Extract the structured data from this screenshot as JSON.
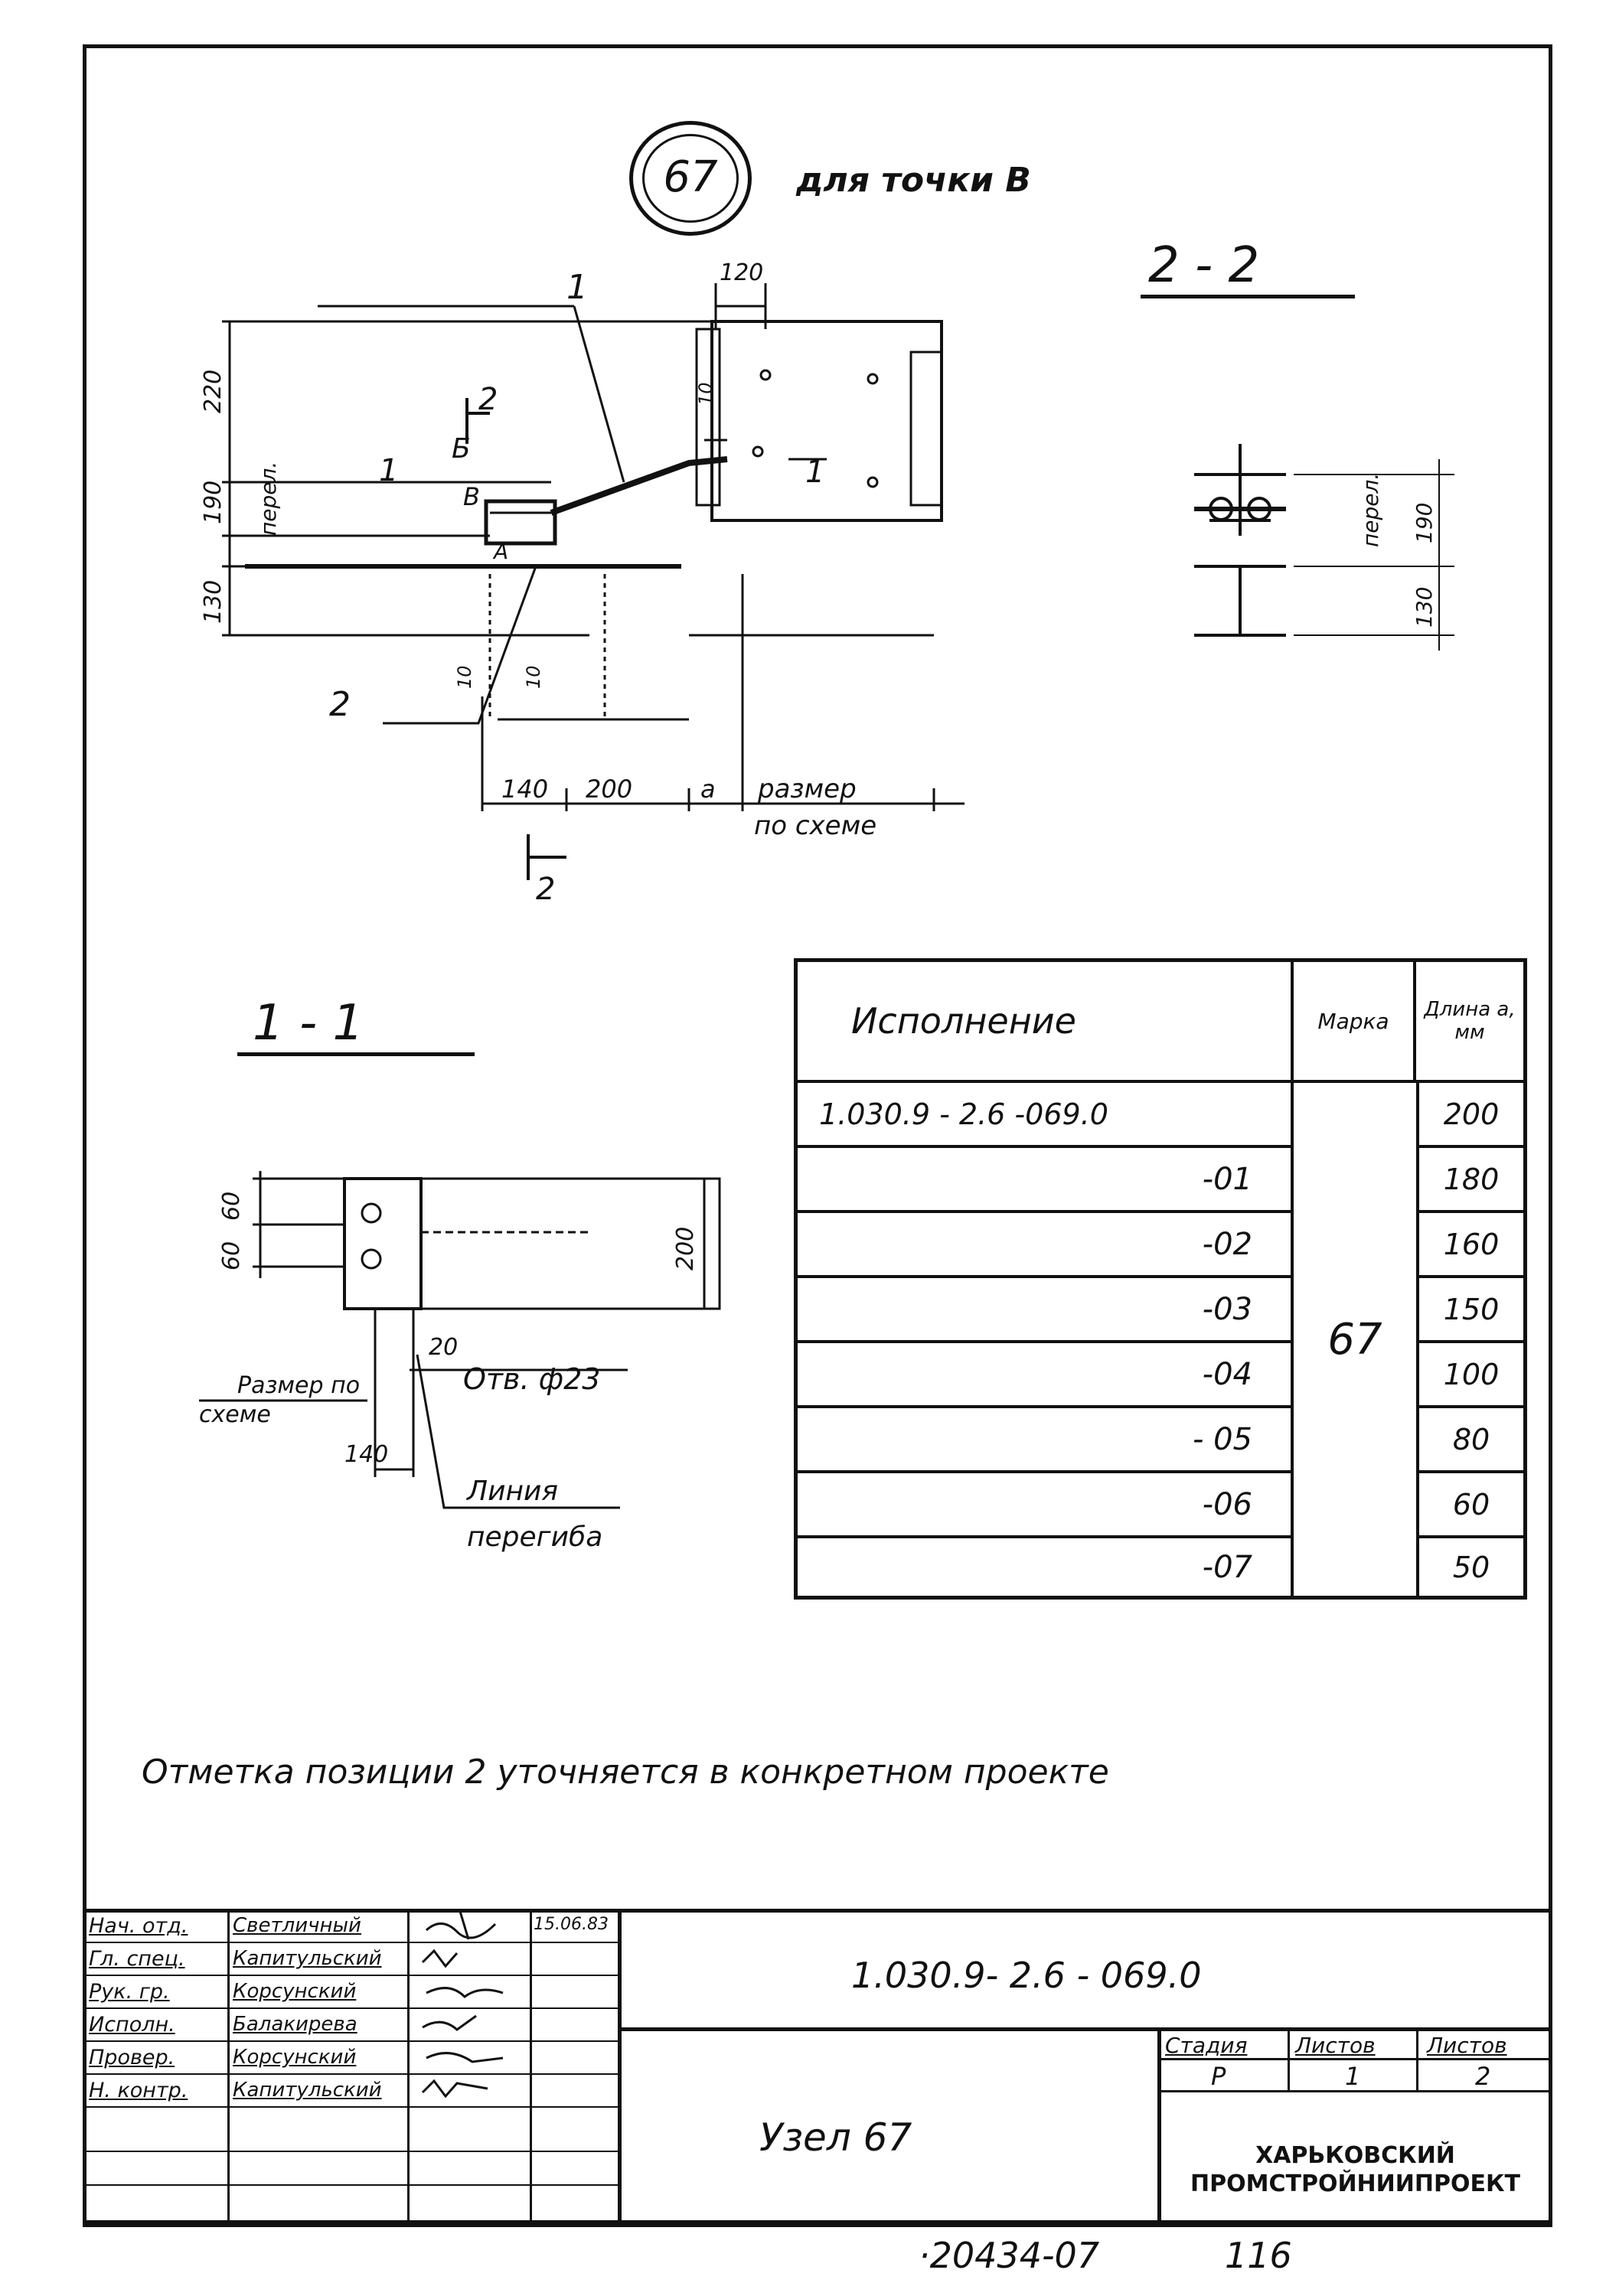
{
  "header": {
    "node_number": "67",
    "node_subtitle": "для точки В"
  },
  "main_view": {
    "position_1": "1",
    "position_2": "2",
    "section_mark_1": "1",
    "section_mark_2": "2",
    "label_b": "Б",
    "label_v": "В",
    "label_a": "А",
    "vertical_label_lap": "перел.",
    "dims": {
      "d120": "120",
      "d220": "220",
      "d190": "190",
      "d130": "130",
      "d10a": "10",
      "d10b": "10",
      "d10c": "10",
      "d140": "140",
      "d200": "200",
      "da": "а",
      "size_by_scheme_1": "размер",
      "size_by_scheme_2": "по схеме"
    }
  },
  "section_2_2": {
    "title": "2 - 2",
    "lap": "перел.",
    "d190": "190",
    "d130": "130"
  },
  "section_1_1": {
    "title": "1 - 1",
    "d60a": "60",
    "d60b": "60",
    "d200": "200",
    "d20": "20",
    "hole": "Отв. ф23",
    "size_by_scheme_1": "Размер по",
    "size_by_scheme_2": "схеме",
    "d140": "140",
    "bend_line_1": "Линия",
    "bend_line_2": "перегиба"
  },
  "spec_table": {
    "headers": [
      "Исполнение",
      "Марка",
      "Длина а, мм"
    ],
    "mark": "67",
    "rows": [
      {
        "variant": "1.030.9 - 2.6 -069.0",
        "length": "200"
      },
      {
        "variant": "-01",
        "length": "180"
      },
      {
        "variant": "-02",
        "length": "160"
      },
      {
        "variant": "-03",
        "length": "150"
      },
      {
        "variant": "-04",
        "length": "100"
      },
      {
        "variant": "- 05",
        "length": "80"
      },
      {
        "variant": "-06",
        "length": "60"
      },
      {
        "variant": "-07",
        "length": "50"
      }
    ]
  },
  "note": "Отметка позиции 2 уточняется в конкретном проекте",
  "title_block": {
    "roles": [
      "Нач. отд.",
      "Гл. спец.",
      "Рук. гр.",
      "Исполн.",
      "Провер.",
      "Н. контр."
    ],
    "names": [
      "Светличный",
      "Капитульский",
      "Корсунский",
      "Балакирева",
      "Корсунский",
      "Капитульский"
    ],
    "date": "15.06.83",
    "document_code": "1.030.9- 2.6 - 069.0",
    "drawing_title": "Узел 67",
    "stage_label": "Стадия",
    "sheet_label": "Листов",
    "sheets_label": "Листов",
    "stage_value": "Р",
    "sheet_value": "1",
    "sheets_value": "2",
    "organization_1": "ХАРЬКОВСКИЙ",
    "organization_2": "ПРОМСТРОЙНИИПРОЕКТ"
  },
  "footer": {
    "archive_number": "·20434-07",
    "page_number": "116"
  }
}
